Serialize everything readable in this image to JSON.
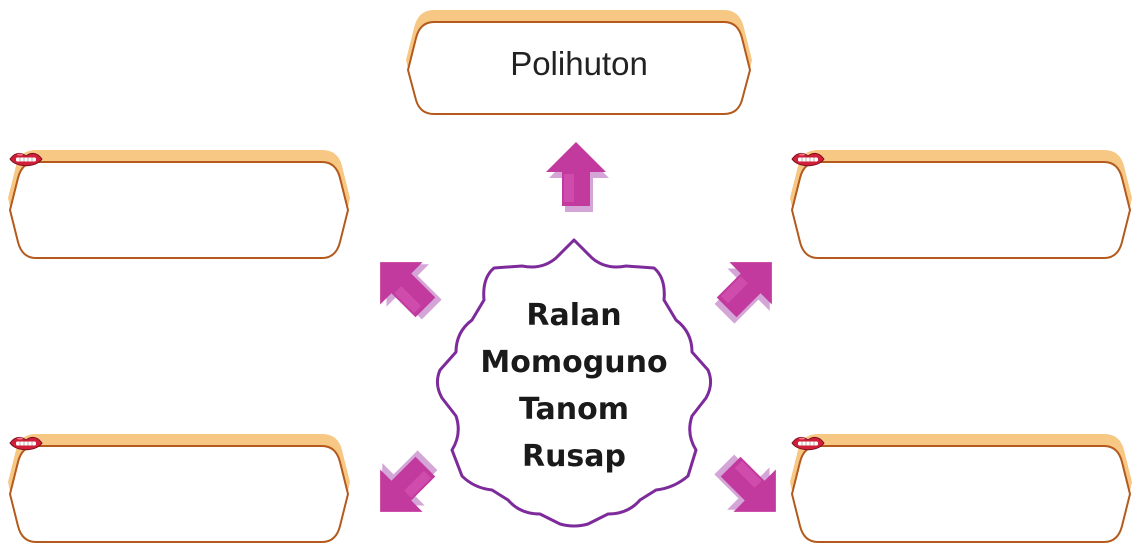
{
  "top_box": {
    "label": "Polihuton"
  },
  "center": {
    "lines": [
      "Ralan",
      "Momoguno",
      "Tanom",
      "Rusap"
    ]
  },
  "side_boxes": [
    {
      "position": "top-left",
      "icon": "lips-icon"
    },
    {
      "position": "top-right",
      "icon": "lips-icon"
    },
    {
      "position": "bottom-left",
      "icon": "lips-icon"
    },
    {
      "position": "bottom-right",
      "icon": "lips-icon"
    }
  ],
  "colors": {
    "box_shadow": "#f7c784",
    "box_border": "#b35a1c",
    "arrow_main": "#c23a9e",
    "arrow_shadow": "#d4a6d8",
    "burst_border": "#7d2a9b",
    "lips": "#d11f3a"
  }
}
